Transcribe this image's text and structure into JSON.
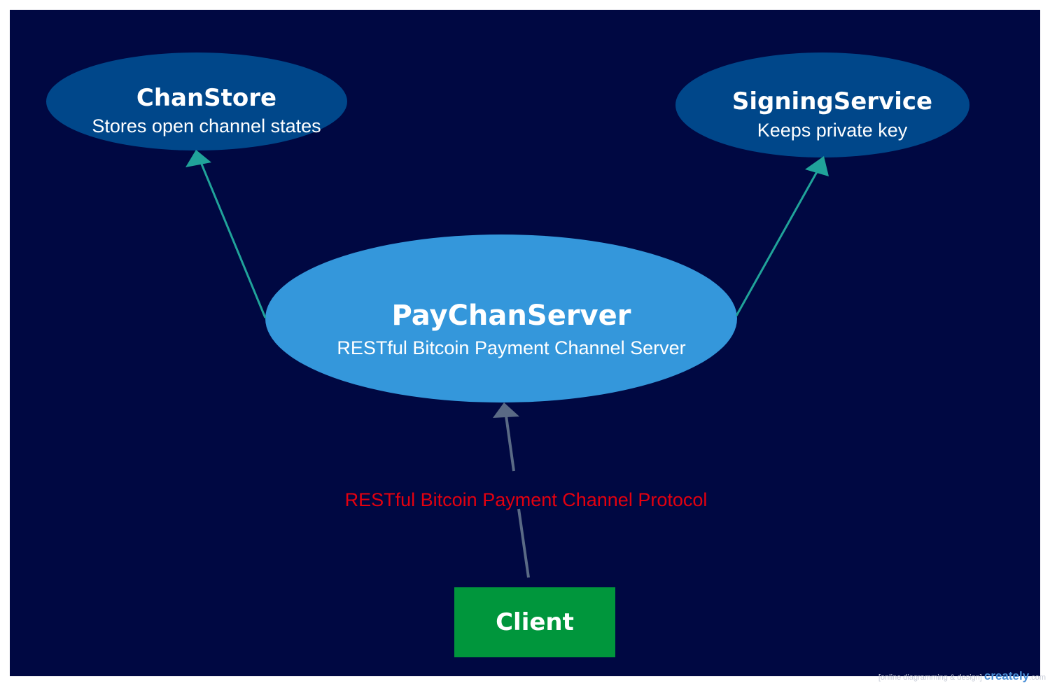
{
  "diagram": {
    "nodes": {
      "chanstore": {
        "title": "ChanStore",
        "subtitle": "Stores open channel states"
      },
      "signing_service": {
        "title": "SigningService",
        "subtitle": "Keeps private key"
      },
      "paychan_server": {
        "title": "PayChanServer",
        "subtitle": "RESTful Bitcoin Payment Channel Server"
      },
      "client": {
        "title": "Client"
      }
    },
    "edges": [
      {
        "from": "PayChanServer",
        "to": "ChanStore"
      },
      {
        "from": "PayChanServer",
        "to": "SigningService"
      },
      {
        "from": "Client",
        "to": "PayChanServer",
        "label": "RESTful Bitcoin Payment Channel Protocol"
      }
    ],
    "colors": {
      "background": "#000842",
      "node_dark": "#00478a",
      "node_light": "#3497db",
      "client": "#00963c",
      "arrow_teal": "#20a39a",
      "arrow_grey": "#5a6a85",
      "edge_label": "#e3000f"
    }
  },
  "watermark": {
    "tagline": "[online diagramming & design]",
    "brand": "creately",
    "suffix": ".com"
  }
}
